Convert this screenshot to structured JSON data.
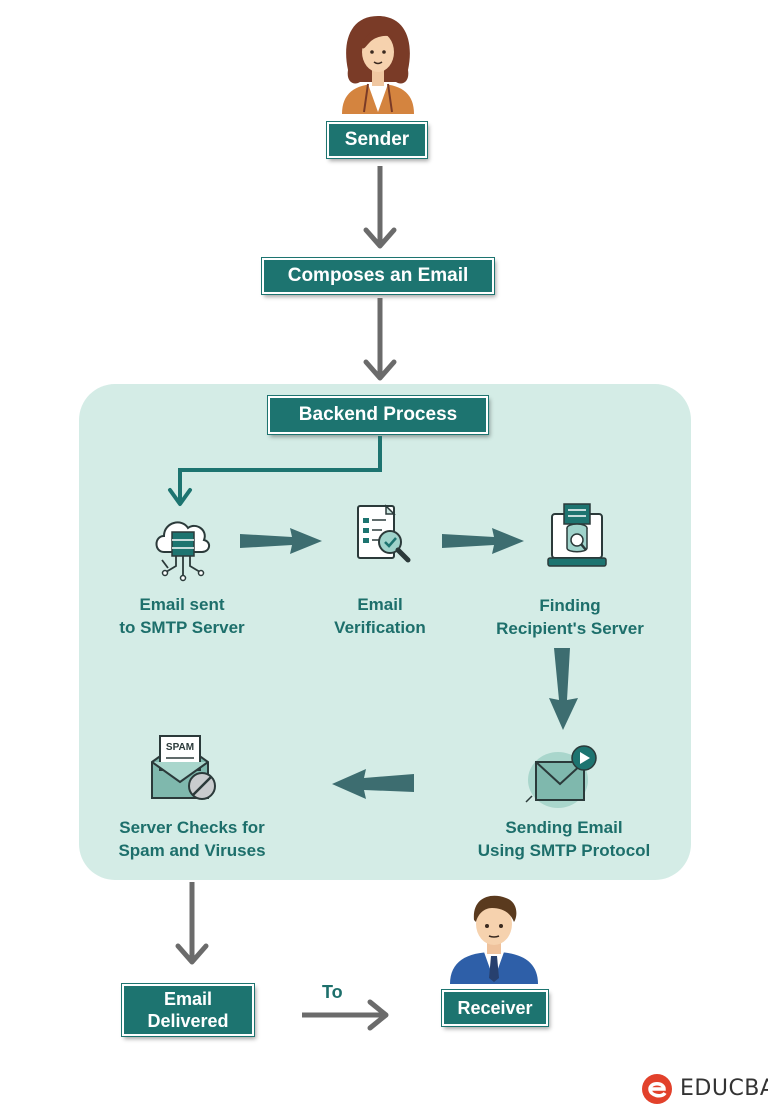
{
  "sender": {
    "label": "Sender"
  },
  "compose": {
    "label": "Composes an Email"
  },
  "backend": {
    "title": "Backend Process"
  },
  "steps": [
    {
      "label": "Email sent\nto SMTP Server",
      "icon": "cloud-server-icon"
    },
    {
      "label": "Email\nVerification",
      "icon": "document-search-icon"
    },
    {
      "label": "Finding\nRecipient's Server",
      "icon": "server-search-icon"
    },
    {
      "label": "Sending Email\nUsing SMTP Protocol",
      "icon": "email-send-icon"
    },
    {
      "label": "Server Checks for\nSpam and Viruses",
      "icon": "spam-mail-icon"
    }
  ],
  "spam_badge": "SPAM",
  "delivered": {
    "label": "Email\nDelivered"
  },
  "to_label": "To",
  "receiver": {
    "label": "Receiver"
  },
  "brand": {
    "name": "EDUCBA"
  },
  "colors": {
    "teal": "#1d7470",
    "panel": "#d4ece6",
    "arrow": "#6b6b6b",
    "brand_red": "#e2412b"
  }
}
